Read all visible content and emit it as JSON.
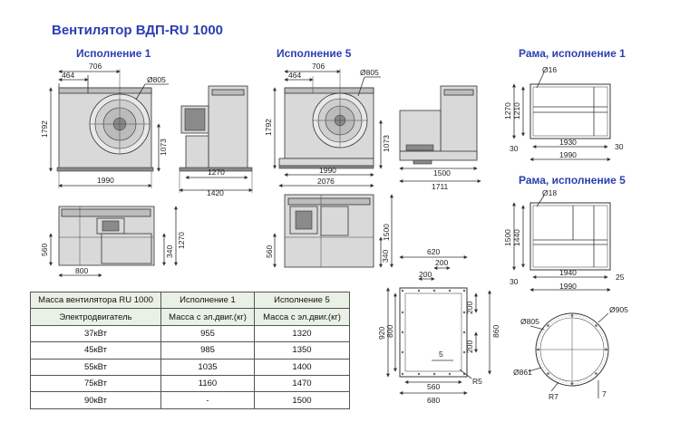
{
  "title": "Вентилятор ВДП-RU 1000",
  "headers": {
    "ispolnenie1": "Исполнение 1",
    "ispolnenie5": "Исполнение 5",
    "rama1": "Рама, исполнение 1",
    "rama5": "Рама, исполнение 5"
  },
  "dims": {
    "v1": {
      "d464": "464",
      "d706": "706",
      "d805": "Ø805",
      "d1792": "1792",
      "d1073": "1073",
      "d1990": "1990",
      "d1270": "1270",
      "d1420": "1420",
      "d560": "560",
      "d1270b": "1270",
      "d340": "340",
      "d800": "800"
    },
    "v5": {
      "d464": "464",
      "d706": "706",
      "d805": "Ø805",
      "d1792": "1792",
      "d1073": "1073",
      "d1990": "1990",
      "d2076": "2076",
      "d1500": "1500",
      "d1711": "1711",
      "d560": "560",
      "d1500b": "1500",
      "d340": "340"
    },
    "rama1": {
      "d16": "Ø16",
      "d1270": "1270",
      "d1210": "1210",
      "d30l": "30",
      "d1930": "1930",
      "d30r": "30",
      "d1990": "1990"
    },
    "rama5": {
      "d18": "Ø18",
      "d1500": "1500",
      "d1440": "1440",
      "d30l": "30",
      "d1940": "1940",
      "d25": "25",
      "d1990": "1990"
    },
    "outlet": {
      "d620": "620",
      "d200top": "200",
      "d200l": "200",
      "d200r1": "200",
      "d200r2": "200",
      "d920": "920",
      "d800": "800",
      "d860": "860",
      "d5": "5",
      "d560": "560",
      "d680": "680",
      "r5": "R5"
    },
    "flange": {
      "d805": "Ø805",
      "d905": "Ø905",
      "d861": "Ø861",
      "r7": "R7",
      "d7": "7"
    }
  },
  "table": {
    "header": [
      "Масса вентилятора RU 1000",
      "Исполнение 1",
      "Исполнение 5"
    ],
    "subheader": [
      "Электродвигатель",
      "Масса с эл.двиг.(кг)",
      "Масса с эл.двиг.(кг)"
    ],
    "rows": [
      [
        "37кВт",
        "955",
        "1320"
      ],
      [
        "45кВт",
        "985",
        "1350"
      ],
      [
        "55кВт",
        "1035",
        "1400"
      ],
      [
        "75кВт",
        "1160",
        "1470"
      ],
      [
        "90кВт",
        "-",
        "1500"
      ]
    ]
  }
}
